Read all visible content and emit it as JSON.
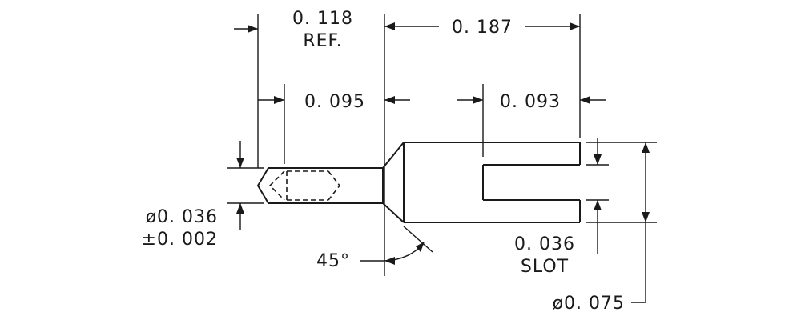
{
  "drawing": {
    "dim_overall_length": "0. 118",
    "dim_overall_length_note": "REF.",
    "dim_tip_length": "0. 095",
    "dim_body_length": "0. 187",
    "dim_slot_depth": "0. 093",
    "dim_pin_diameter": "ø0. 036",
    "dim_pin_tolerance": "±0. 002",
    "dim_angle": "45°",
    "dim_slot_width": "0. 036",
    "dim_slot_note": "SLOT",
    "dim_body_diameter": "ø0. 075"
  }
}
